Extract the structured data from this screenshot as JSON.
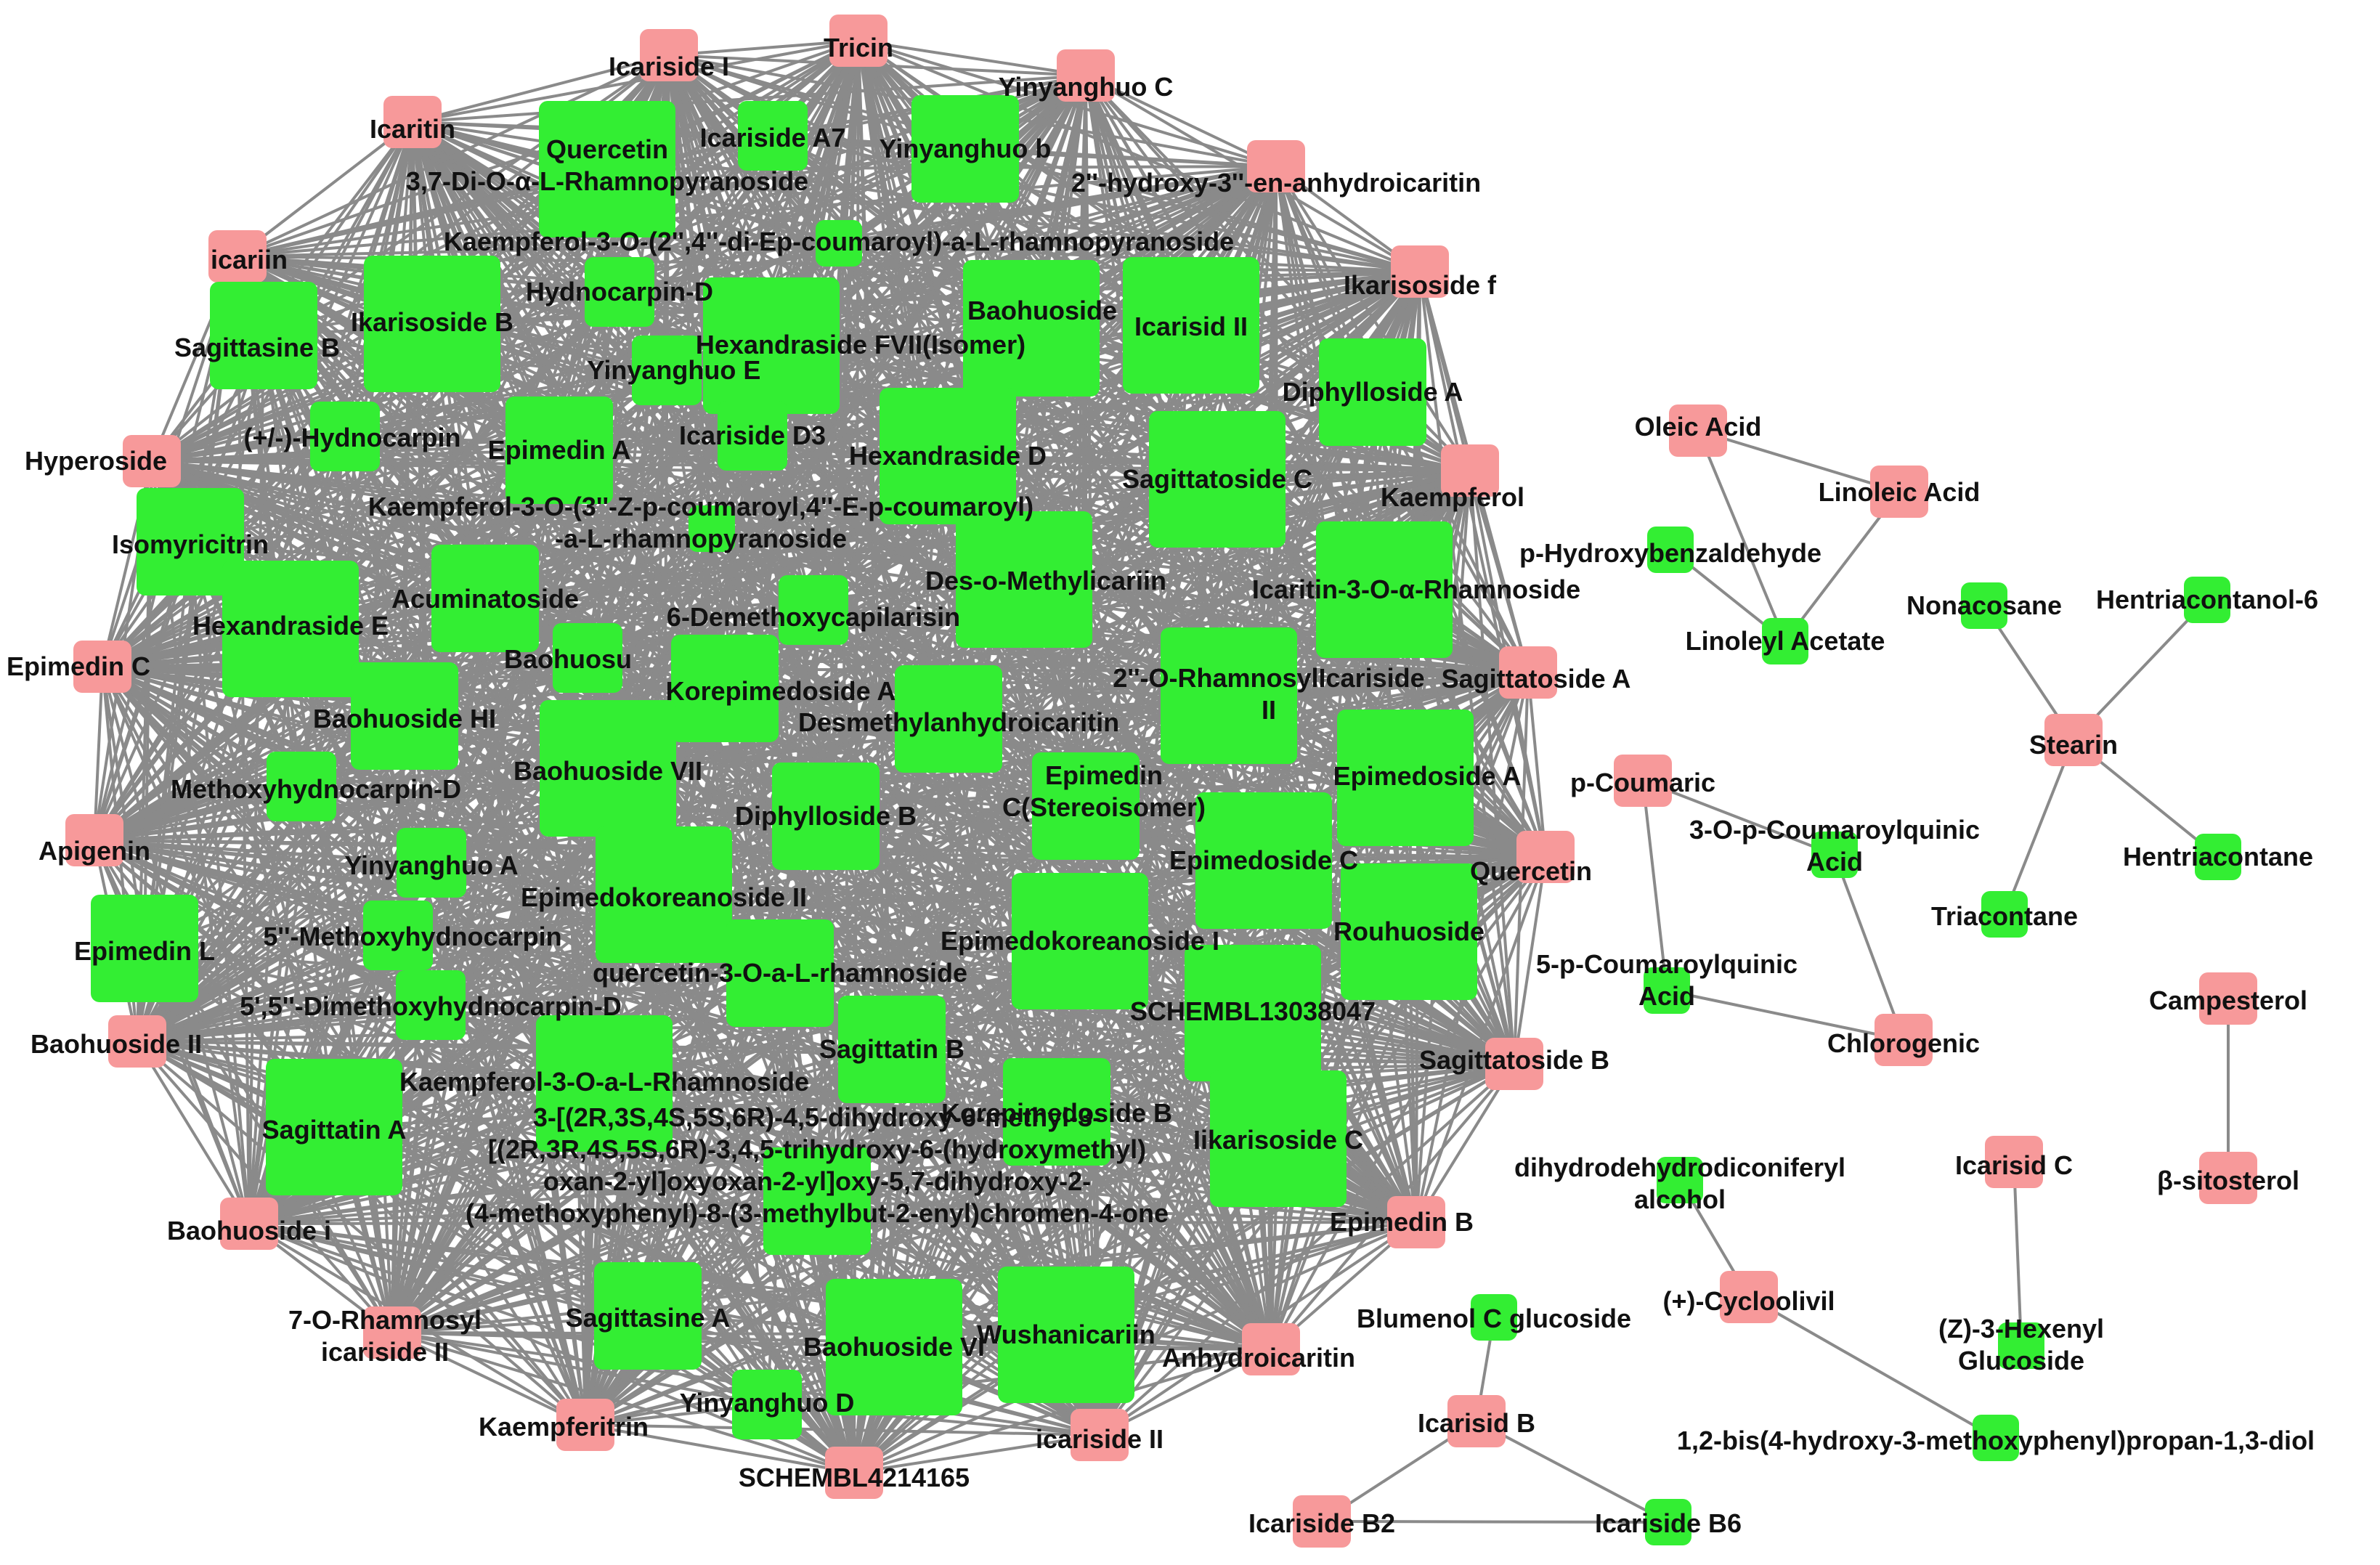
{
  "colors": {
    "target": "#f7999a",
    "compound": "#33ee33",
    "edge": "#8a8a8a"
  },
  "nodes": [
    {
      "id": "icaritin",
      "label": "Icaritin",
      "kind": "target",
      "size": 0
    },
    {
      "id": "icariside-i",
      "label": "Icariside I",
      "kind": "target",
      "size": 0
    },
    {
      "id": "tricin",
      "label": "Tricin",
      "kind": "target",
      "size": 0
    },
    {
      "id": "yinyanghuo-c",
      "label": "Yinyanghuo C",
      "kind": "target",
      "size": 0
    },
    {
      "id": "hydroxy-anhydroicaritin",
      "label": "2''-hydroxy-3''-en-anhydroicaritin",
      "kind": "target",
      "size": 0
    },
    {
      "id": "icariin",
      "label": "icariin",
      "kind": "target",
      "size": 0
    },
    {
      "id": "ikarisoside-f",
      "label": "Ikarisoside f",
      "kind": "target",
      "size": 0
    },
    {
      "id": "hyperoside",
      "label": "Hyperoside",
      "kind": "target",
      "size": 0
    },
    {
      "id": "kaempferol",
      "label": "Kaempferol",
      "kind": "target",
      "size": 0
    },
    {
      "id": "epimedin-c",
      "label": "Epimedin C",
      "kind": "target",
      "size": 0
    },
    {
      "id": "sagittatoside-a",
      "label": "Sagittatoside A",
      "kind": "target",
      "size": 0
    },
    {
      "id": "apigenin",
      "label": "Apigenin",
      "kind": "target",
      "size": 0
    },
    {
      "id": "quercetin",
      "label": "Quercetin",
      "kind": "target",
      "size": 0
    },
    {
      "id": "baohuoside-ii",
      "label": "Baohuoside II",
      "kind": "target",
      "size": 0
    },
    {
      "id": "sagittatoside-b",
      "label": "Sagittatoside B",
      "kind": "target",
      "size": 0
    },
    {
      "id": "baohuoside-i",
      "label": "Baohuoside i",
      "kind": "target",
      "size": 0
    },
    {
      "id": "epimedin-b",
      "label": "Epimedin B",
      "kind": "target",
      "size": 0
    },
    {
      "id": "rhamnosyl-icariside",
      "label": "7-O-Rhamnosyl\nicariside II",
      "kind": "target",
      "size": 0
    },
    {
      "id": "anhydroicaritin",
      "label": "Anhydroicaritin",
      "kind": "target",
      "size": 0
    },
    {
      "id": "kaempferitrin",
      "label": "Kaempferitrin",
      "kind": "target",
      "size": 0
    },
    {
      "id": "icariside-ii",
      "label": "icariside II",
      "kind": "target",
      "size": 0
    },
    {
      "id": "schembl4214165",
      "label": "SCHEMBL4214165",
      "kind": "target",
      "size": 0
    },
    {
      "id": "quercetin-rha",
      "label": "Quercetin\n3,7-Di-O-α-L-Rhamnopyranoside",
      "kind": "compound",
      "size": 3
    },
    {
      "id": "icariside-a7",
      "label": "Icariside A7",
      "kind": "compound",
      "size": 1
    },
    {
      "id": "yinyanghuo-b",
      "label": "Yinyanghuo b",
      "kind": "compound",
      "size": 2
    },
    {
      "id": "kaemp-dicoumaroyl",
      "label": "Kaempferol-3-O-(2'',4''-di-Ep-coumaroyl)-a-L-rhamnopyranoside",
      "kind": "compound",
      "size": 0
    },
    {
      "id": "hydnocarpin-d",
      "label": "Hydnocarpin-D",
      "kind": "compound",
      "size": 1
    },
    {
      "id": "sagittasine-b",
      "label": "Sagittasine B",
      "kind": "compound",
      "size": 2
    },
    {
      "id": "ikarisoside-b",
      "label": "Ikarisoside B",
      "kind": "compound",
      "size": 3
    },
    {
      "id": "hexandraside-fvii",
      "label": "Hexandraside FVII(Isomer)",
      "kind": "compound",
      "size": 3
    },
    {
      "id": "baohuoside",
      "label": "Baohuoside",
      "kind": "compound",
      "size": 3
    },
    {
      "id": "icarisid-ii",
      "label": "Icarisid II",
      "kind": "compound",
      "size": 3
    },
    {
      "id": "yinyanghuo-e",
      "label": "Yinyanghuo E",
      "kind": "compound",
      "size": 1
    },
    {
      "id": "diphylloside-a",
      "label": "Diphylloside A",
      "kind": "compound",
      "size": 2
    },
    {
      "id": "hydnocarpin",
      "label": "(+/-)-Hydnocarpin",
      "kind": "compound",
      "size": 1
    },
    {
      "id": "epimedin-a",
      "label": "Epimedin A",
      "kind": "compound",
      "size": 2
    },
    {
      "id": "icariside-d3",
      "label": "Icariside D3",
      "kind": "compound",
      "size": 1
    },
    {
      "id": "hexandraside-d",
      "label": "Hexandraside D",
      "kind": "compound",
      "size": 3
    },
    {
      "id": "sagittatoside-c",
      "label": "Sagittatoside C",
      "kind": "compound",
      "size": 3
    },
    {
      "id": "kaemp-zcoumaroyl",
      "label": "Kaempferol-3-O-(3''-Z-p-coumaroyl,4''-E-p-coumaroyl)\n-a-L-rhamnopyranoside",
      "kind": "compound",
      "size": 0
    },
    {
      "id": "isomyricitrin",
      "label": "Isomyricitrin",
      "kind": "compound",
      "size": 2
    },
    {
      "id": "acuminatoside",
      "label": "Acuminatoside",
      "kind": "compound",
      "size": 2
    },
    {
      "id": "des-o-methylicariin",
      "label": "Des-o-Methylicariin",
      "kind": "compound",
      "size": 3
    },
    {
      "id": "icaritin-rhamnoside",
      "label": "Icaritin-3-O-α-Rhamnoside",
      "kind": "compound",
      "size": 3
    },
    {
      "id": "hexandraside-e",
      "label": "Hexandraside E",
      "kind": "compound",
      "size": 3
    },
    {
      "id": "demethoxycapilarisin",
      "label": "6-Demethoxycapilarisin",
      "kind": "compound",
      "size": 1
    },
    {
      "id": "baohuosu",
      "label": "Baohuosu",
      "kind": "compound",
      "size": 1
    },
    {
      "id": "korepimedoside-a",
      "label": "Korepimedoside A",
      "kind": "compound",
      "size": 2
    },
    {
      "id": "rhamnosylicariside-ii",
      "label": "2''-O-RhamnosylIcariside\nII",
      "kind": "compound",
      "size": 3
    },
    {
      "id": "baohuoside-hi",
      "label": "Baohuoside HI",
      "kind": "compound",
      "size": 2
    },
    {
      "id": "desmethylanhydroicaritin",
      "label": "Desmethylanhydroicaritin",
      "kind": "compound",
      "size": 2
    },
    {
      "id": "baohuoside-vii",
      "label": "Baohuoside VII",
      "kind": "compound",
      "size": 3
    },
    {
      "id": "methoxyhydnocarpin-d",
      "label": "Methoxyhydnocarpin-D",
      "kind": "compound",
      "size": 1
    },
    {
      "id": "diphylloside-b",
      "label": "Diphylloside B",
      "kind": "compound",
      "size": 2
    },
    {
      "id": "epimedin-stereo",
      "label": "Epimedin\nC(Stereoisomer)",
      "kind": "compound",
      "size": 2
    },
    {
      "id": "epimedoside-a",
      "label": "Epimedoside A",
      "kind": "compound",
      "size": 3
    },
    {
      "id": "yinyanghuo-a",
      "label": "Yinyanghuo A",
      "kind": "compound",
      "size": 1
    },
    {
      "id": "epimedokoreanoside-ii",
      "label": "Epimedokoreanoside II",
      "kind": "compound",
      "size": 3
    },
    {
      "id": "epimedoside-c",
      "label": "Epimedoside C",
      "kind": "compound",
      "size": 3
    },
    {
      "id": "epimedin-l",
      "label": "Epimedin L",
      "kind": "compound",
      "size": 2
    },
    {
      "id": "methoxyhydnocarpin-5",
      "label": "5''-Methoxyhydnocarpin",
      "kind": "compound",
      "size": 1
    },
    {
      "id": "quercetin-3-rha",
      "label": "quercetin-3-O-a-L-rhamnoside",
      "kind": "compound",
      "size": 2
    },
    {
      "id": "epimedokoreanoside-i",
      "label": "Epimedokoreanoside I",
      "kind": "compound",
      "size": 3
    },
    {
      "id": "rouhuoside",
      "label": "Rouhuoside",
      "kind": "compound",
      "size": 3
    },
    {
      "id": "dimethoxyhydnocarpin-d",
      "label": "5',5''-Dimethoxyhydnocarpin-D",
      "kind": "compound",
      "size": 1
    },
    {
      "id": "schembl13038047",
      "label": "SCHEMBL13038047",
      "kind": "compound",
      "size": 3
    },
    {
      "id": "sagittatin-b",
      "label": "Sagittatin B",
      "kind": "compound",
      "size": 2
    },
    {
      "id": "kaemp-rha",
      "label": "Kaempferol-3-O-a-L-Rhamnoside",
      "kind": "compound",
      "size": 3
    },
    {
      "id": "sagittatin-a",
      "label": "Sagittatin A",
      "kind": "compound",
      "size": 3
    },
    {
      "id": "korepimedoside-b",
      "label": "Korepimedoside B",
      "kind": "compound",
      "size": 2
    },
    {
      "id": "iikarisoside-c",
      "label": "Iikarisoside C",
      "kind": "compound",
      "size": 3
    },
    {
      "id": "chromenone",
      "label": "3-[(2R,3S,4S,5S,6R)-4,5-dihydroxy-6-methyl-3-\n[(2R,3R,4S,5S,6R)-3,4,5-trihydroxy-6-(hydroxymethyl)\noxan-2-yl]oxyoxan-2-yl]oxy-5,7-dihydroxy-2-\n(4-methoxyphenyl)-8-(3-methylbut-2-enyl)chromen-4-one",
      "kind": "compound",
      "size": 2
    },
    {
      "id": "sagittasine-a",
      "label": "Sagittasine A",
      "kind": "compound",
      "size": 2
    },
    {
      "id": "baohuoside-vi",
      "label": "Baohuoside VI",
      "kind": "compound",
      "size": 3
    },
    {
      "id": "wushanicariin",
      "label": "Wushanicariin",
      "kind": "compound",
      "size": 3
    },
    {
      "id": "yinyanghuo-d",
      "label": "Yinyanghuo D",
      "kind": "compound",
      "size": 1
    },
    {
      "id": "oleic-acid",
      "label": "Oleic Acid",
      "kind": "target",
      "size": 0
    },
    {
      "id": "linoleic-acid",
      "label": "Linoleic Acid",
      "kind": "target",
      "size": 0
    },
    {
      "id": "p-hydroxybenzaldehyde",
      "label": "p-Hydroxybenzaldehyde",
      "kind": "compound",
      "size": 0
    },
    {
      "id": "linoleyl-acetate",
      "label": "Linoleyl Acetate",
      "kind": "compound",
      "size": 0
    },
    {
      "id": "nonacosane",
      "label": "Nonacosane",
      "kind": "compound",
      "size": 0
    },
    {
      "id": "hentriacontanol",
      "label": "Hentriacontanol-6",
      "kind": "compound",
      "size": 0
    },
    {
      "id": "stearin",
      "label": "Stearin",
      "kind": "target",
      "size": 0
    },
    {
      "id": "hentriacontane",
      "label": "Hentriacontane",
      "kind": "compound",
      "size": 0
    },
    {
      "id": "triacontane",
      "label": "Triacontane",
      "kind": "compound",
      "size": 0
    },
    {
      "id": "p-coumaric",
      "label": "p-Coumaric",
      "kind": "target",
      "size": 0
    },
    {
      "id": "coumaroylquinic-3",
      "label": "3-O-p-Coumaroylquinic\nAcid",
      "kind": "compound",
      "size": 0
    },
    {
      "id": "coumaroylquinic-5",
      "label": "5-p-Coumaroylquinic\nAcid",
      "kind": "compound",
      "size": 0
    },
    {
      "id": "chlorogenic",
      "label": "Chlorogenic",
      "kind": "target",
      "size": 0
    },
    {
      "id": "campesterol",
      "label": "Campesterol",
      "kind": "target",
      "size": 0
    },
    {
      "id": "sitosterol",
      "label": "β-sitosterol",
      "kind": "target",
      "size": 0
    },
    {
      "id": "dihydrodehydrodiconiferyl",
      "label": "dihydrodehydrodiconiferyl\nalcohol",
      "kind": "compound",
      "size": 0
    },
    {
      "id": "icarisid-c",
      "label": "Icarisid C",
      "kind": "target",
      "size": 0
    },
    {
      "id": "cycloolivil",
      "label": "(+)-Cycloolivil",
      "kind": "target",
      "size": 0
    },
    {
      "id": "hexenyl-glucoside",
      "label": "(Z)-3-Hexenyl\nGlucoside",
      "kind": "compound",
      "size": 0
    },
    {
      "id": "blumenol",
      "label": "Blumenol C glucoside",
      "kind": "compound",
      "size": 0
    },
    {
      "id": "icarisid-b",
      "label": "Icarisid B",
      "kind": "target",
      "size": 0
    },
    {
      "id": "diol",
      "label": "1,2-bis(4-hydroxy-3-methoxyphenyl)propan-1,3-diol",
      "kind": "compound",
      "size": 0
    },
    {
      "id": "icariside-b2",
      "label": "Icariside B2",
      "kind": "target",
      "size": 0
    },
    {
      "id": "icariside-b6",
      "label": "Icariside B6",
      "kind": "compound",
      "size": 0
    }
  ],
  "side_edges": [
    [
      "oleic-acid",
      "linoleyl-acetate"
    ],
    [
      "oleic-acid",
      "linoleic-acid"
    ],
    [
      "linoleic-acid",
      "linoleyl-acetate"
    ],
    [
      "p-hydroxybenzaldehyde",
      "linoleyl-acetate"
    ],
    [
      "nonacosane",
      "stearin"
    ],
    [
      "hentriacontanol",
      "stearin"
    ],
    [
      "stearin",
      "hentriacontane"
    ],
    [
      "stearin",
      "triacontane"
    ],
    [
      "p-coumaric",
      "coumaroylquinic-3"
    ],
    [
      "p-coumaric",
      "coumaroylquinic-5"
    ],
    [
      "coumaroylquinic-5",
      "chlorogenic"
    ],
    [
      "coumaroylquinic-3",
      "chlorogenic"
    ],
    [
      "campesterol",
      "sitosterol"
    ],
    [
      "dihydrodehydrodiconiferyl",
      "cycloolivil"
    ],
    [
      "cycloolivil",
      "diol"
    ],
    [
      "icarisid-c",
      "hexenyl-glucoside"
    ],
    [
      "blumenol",
      "icarisid-b"
    ],
    [
      "icarisid-b",
      "icariside-b2"
    ],
    [
      "icarisid-b",
      "icariside-b6"
    ],
    [
      "icariside-b2",
      "icariside-b6"
    ]
  ]
}
